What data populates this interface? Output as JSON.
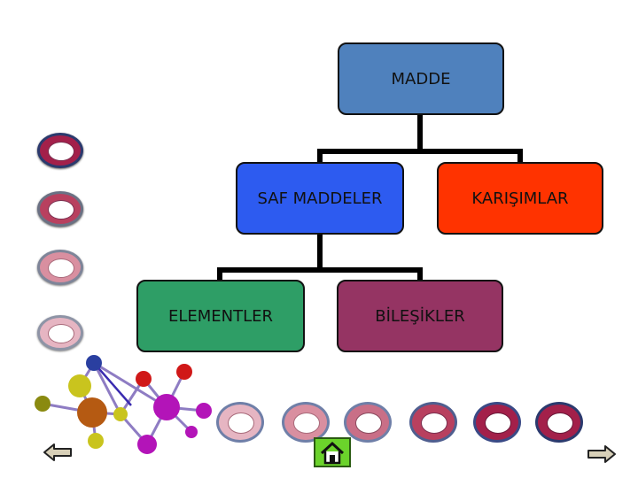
{
  "diagram": {
    "root": {
      "label": "MADDE",
      "color": "#4F81BD"
    },
    "left_child": {
      "label": "SAF MADDELER",
      "color": "#2D5BF0"
    },
    "right_child": {
      "label": "KARIŞIMLAR",
      "color": "#FF3300"
    },
    "grand_left": {
      "label": "ELEMENTLER",
      "color": "#2E9E66"
    },
    "grand_right": {
      "label": "BİLEŞİKLER",
      "color": "#953463"
    }
  },
  "navigation": {
    "prev_icon": "left-arrow-icon",
    "next_icon": "right-arrow-icon",
    "home_icon": "home-icon",
    "home_color": "#6BD32B"
  },
  "decorations": {
    "ring_colors": [
      "#A3204A",
      "#B8405F",
      "#D98FA0",
      "#E6B5C2"
    ],
    "molecule_icon": "molecule-icon"
  }
}
